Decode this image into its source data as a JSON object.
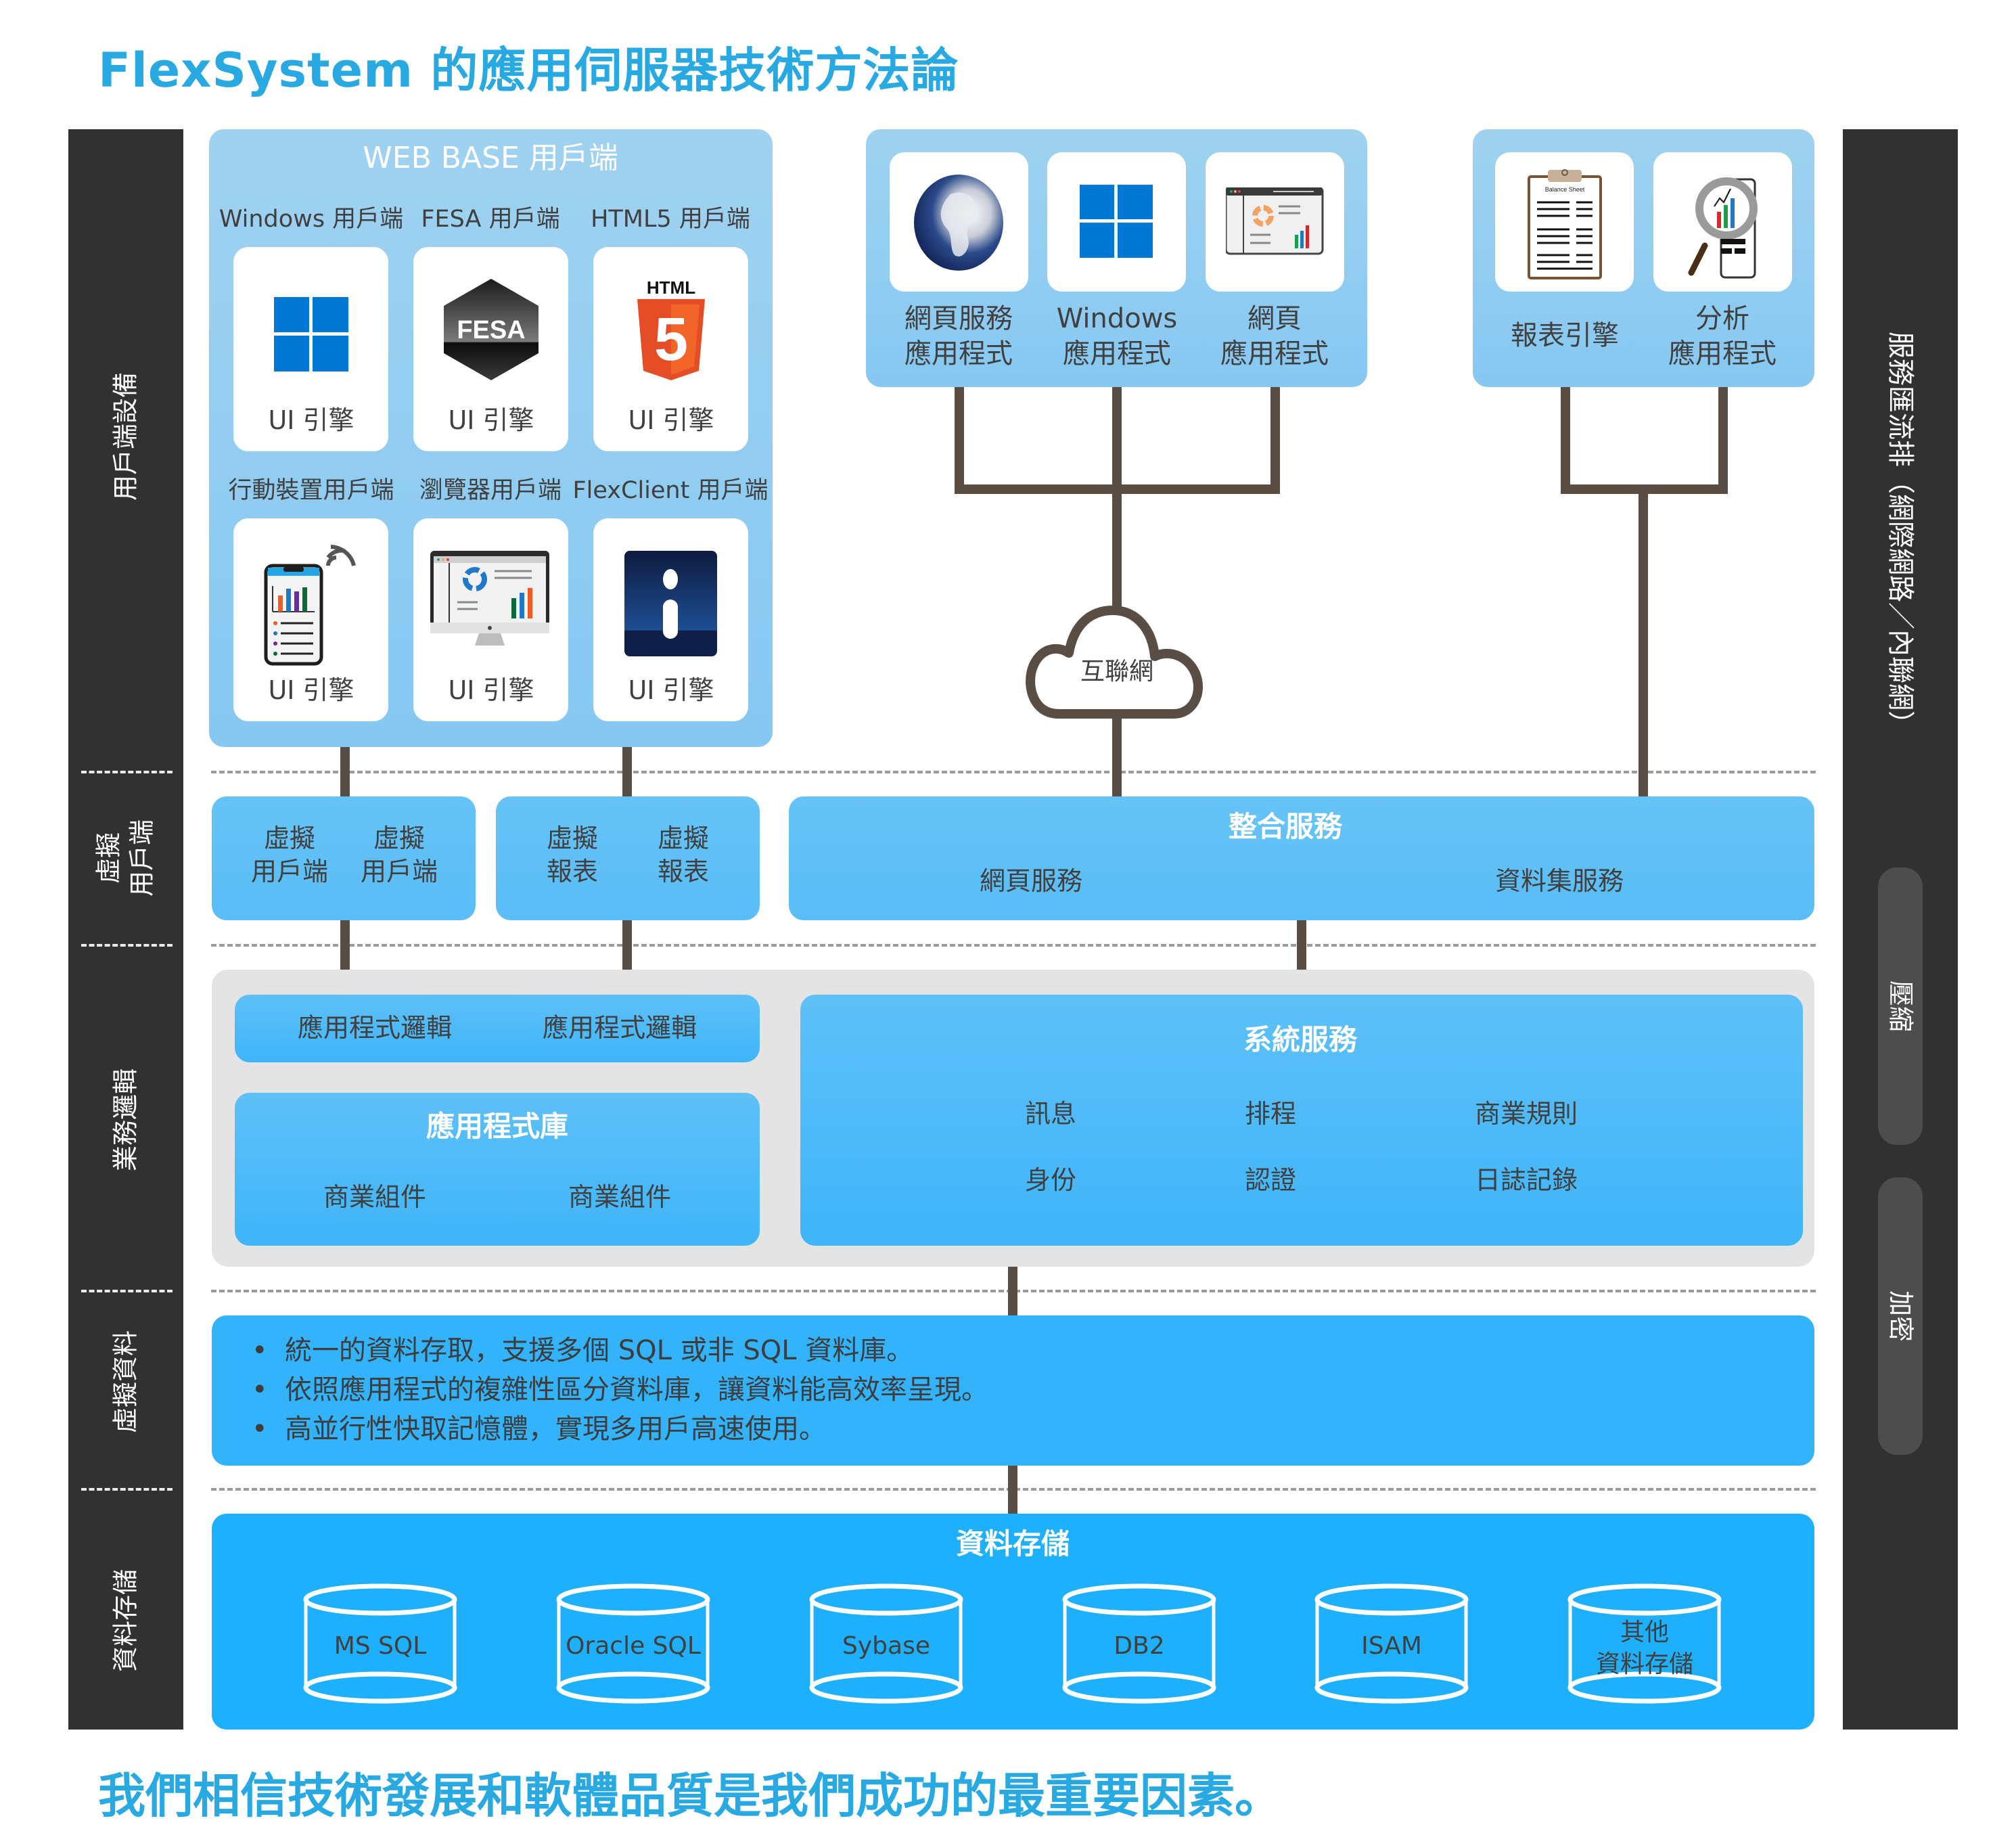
{
  "title": "FlexSystem 的應用伺服器技術方法論",
  "footer": "我們相信技術發展和軟體品質是我們成功的最重要因素。",
  "left_layers": [
    "用戶端設備",
    "虛擬\n用戶端",
    "業務邏輯",
    "虛擬資料",
    "資料存儲"
  ],
  "right_sidebar": {
    "main_label": "服務匯流排（網際網路／內聯網）",
    "pills": [
      "壓縮",
      "加密"
    ]
  },
  "web_base": {
    "title": "WEB BASE 用戶端",
    "clients": [
      {
        "label": "Windows 用戶端",
        "icon": "windows-logo-icon",
        "engine": "UI 引擎"
      },
      {
        "label": "FESA 用戶端",
        "icon": "fesa-logo-icon",
        "icon_text": "FESA",
        "engine": "UI 引擎"
      },
      {
        "label": "HTML5 用戶端",
        "icon": "html5-logo-icon",
        "icon_text": "HTML",
        "icon_digit": "5",
        "engine": "UI 引擎"
      },
      {
        "label": "行動裝置用戶端",
        "icon": "mobile-phone-chart-icon",
        "engine": "UI 引擎"
      },
      {
        "label": "瀏覽器用戶端",
        "icon": "desktop-dashboard-icon",
        "engine": "UI 引擎"
      },
      {
        "label": "FlexClient 用戶端",
        "icon": "info-app-icon",
        "engine": "UI 引擎"
      }
    ]
  },
  "apps": [
    {
      "line1": "網頁服務",
      "line2": "應用程式",
      "icon": "globe-icon"
    },
    {
      "line1": "Windows",
      "line2": "應用程式",
      "icon": "windows-logo-icon"
    },
    {
      "line1": "網頁",
      "line2": "應用程式",
      "icon": "web-dashboard-icon"
    }
  ],
  "reports": [
    {
      "line1": "報表引擎",
      "line2": "",
      "icon": "balance-sheet-icon",
      "icon_text": "Balance Sheet"
    },
    {
      "line1": "分析",
      "line2": "應用程式",
      "icon": "magnifier-chart-icon"
    }
  ],
  "cloud_label": "互聯網",
  "virtual_clients": {
    "items": [
      {
        "line1": "虛擬",
        "line2": "用戶端"
      },
      {
        "line1": "虛擬",
        "line2": "用戶端"
      }
    ]
  },
  "virtual_reports": {
    "items": [
      {
        "line1": "虛擬",
        "line2": "報表"
      },
      {
        "line1": "虛擬",
        "line2": "報表"
      }
    ]
  },
  "integration": {
    "title": "整合服務",
    "items": [
      "網頁服務",
      "資料集服務"
    ]
  },
  "business": {
    "app_logic": [
      "應用程式邏輯",
      "應用程式邏輯"
    ],
    "library": {
      "title": "應用程式庫",
      "items": [
        "商業組件",
        "商業組件"
      ]
    },
    "system_services": {
      "title": "系統服務",
      "items": [
        "訊息",
        "排程",
        "商業規則",
        "身份",
        "認證",
        "日誌記錄"
      ]
    }
  },
  "virtual_data": {
    "bullets": [
      "統一的資料存取，支援多個 SQL 或非 SQL 資料庫。",
      "依照應用程式的複雜性區分資料庫，讓資料能高效率呈現。",
      "高並行性快取記憶體，實現多用戶高速使用。"
    ]
  },
  "storage": {
    "title": "資料存儲",
    "databases": [
      "MS SQL",
      "Oracle SQL",
      "Sybase",
      "DB2",
      "ISAM",
      "其他\n資料存儲"
    ]
  },
  "colors": {
    "accent": "#29a9e1",
    "sidebar": "#313131",
    "connector": "#5a4d44",
    "light_box": "#a0d2f0",
    "blue_box": "#5abdf7",
    "storage_blue": "#33b3fb",
    "grey_panel": "#e4e4e4"
  }
}
